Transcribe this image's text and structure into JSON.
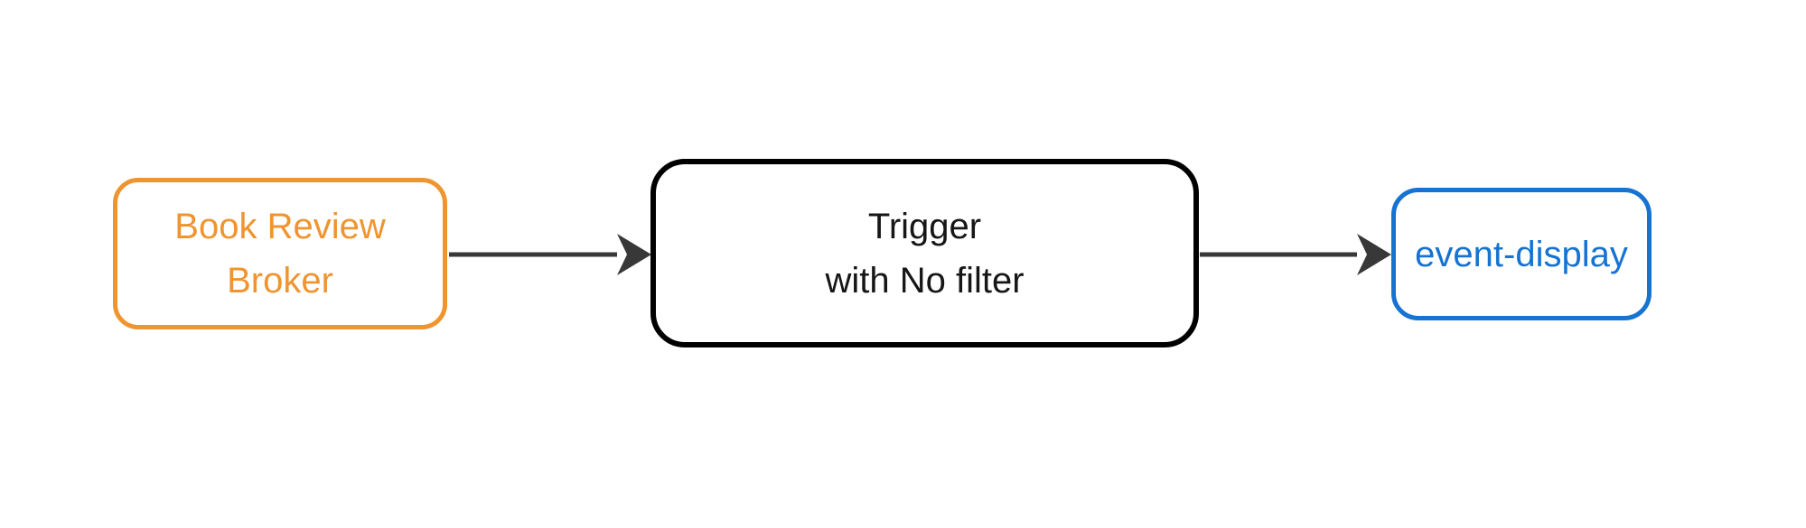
{
  "diagram": {
    "type": "flow",
    "background_color": "#ffffff",
    "nodes": {
      "broker": {
        "line1": "Book Review",
        "line2": "Broker",
        "border_color": "#EF9530",
        "text_color": "#EF9530",
        "shape": "rounded-rectangle"
      },
      "trigger": {
        "line1": "Trigger",
        "line2": "with No filter",
        "border_color": "#000000",
        "text_color": "#161616",
        "shape": "rounded-rectangle"
      },
      "event_display": {
        "label": "event-display",
        "border_color": "#1673D1",
        "text_color": "#1673D1",
        "shape": "rounded-rectangle"
      }
    },
    "edges": {
      "broker_to_trigger": {
        "color": "#383838",
        "style": "solid-arrow"
      },
      "trigger_to_event_display": {
        "color": "#383838",
        "style": "solid-arrow"
      }
    }
  }
}
